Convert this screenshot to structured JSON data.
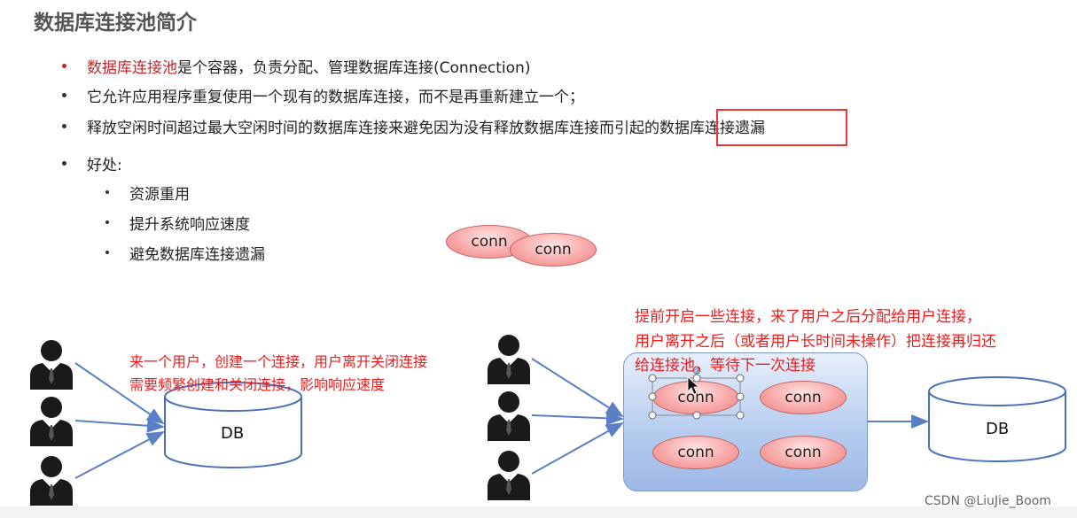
{
  "title": "数据库连接池简介",
  "bullets": [
    {
      "highlight": "数据库连接池",
      "text": "是个容器，负责分配、管理数据库连接(Connection)"
    },
    {
      "text": "它允许应用程序重复使用一个现有的数据库连接，而不是再重新建立一个；"
    },
    {
      "text": "释放空闲时间超过最大空闲时间的数据库连接来避免因为没有释放数据库连接而引起的",
      "boxed": "数据库连接遗漏"
    },
    {
      "text": "好处:"
    }
  ],
  "sub_bullets": [
    "资源重用",
    "提升系统响应速度",
    "避免数据库连接遗漏"
  ],
  "conn_label": "conn",
  "db_label": "DB",
  "left_annotation": [
    "来一个用户，创建一个连接，用户离开关闭连接",
    "需要频繁创建和关闭连接，影响响应速度"
  ],
  "right_annotation": [
    "提前开启一些连接，来了用户之后分配给用户连接，",
    "用户离开之后（或者用户长时间未操作）把连接再归还",
    "给连接池，等待下一次连接"
  ],
  "watermark": "CSDN @LiuJie_Boom",
  "colors": {
    "accent_red": "#c0282d",
    "annotation_red": "#ee1c1c",
    "arrow_blue": "#5b7fc4",
    "pool_blue": "#b8cdf0"
  }
}
